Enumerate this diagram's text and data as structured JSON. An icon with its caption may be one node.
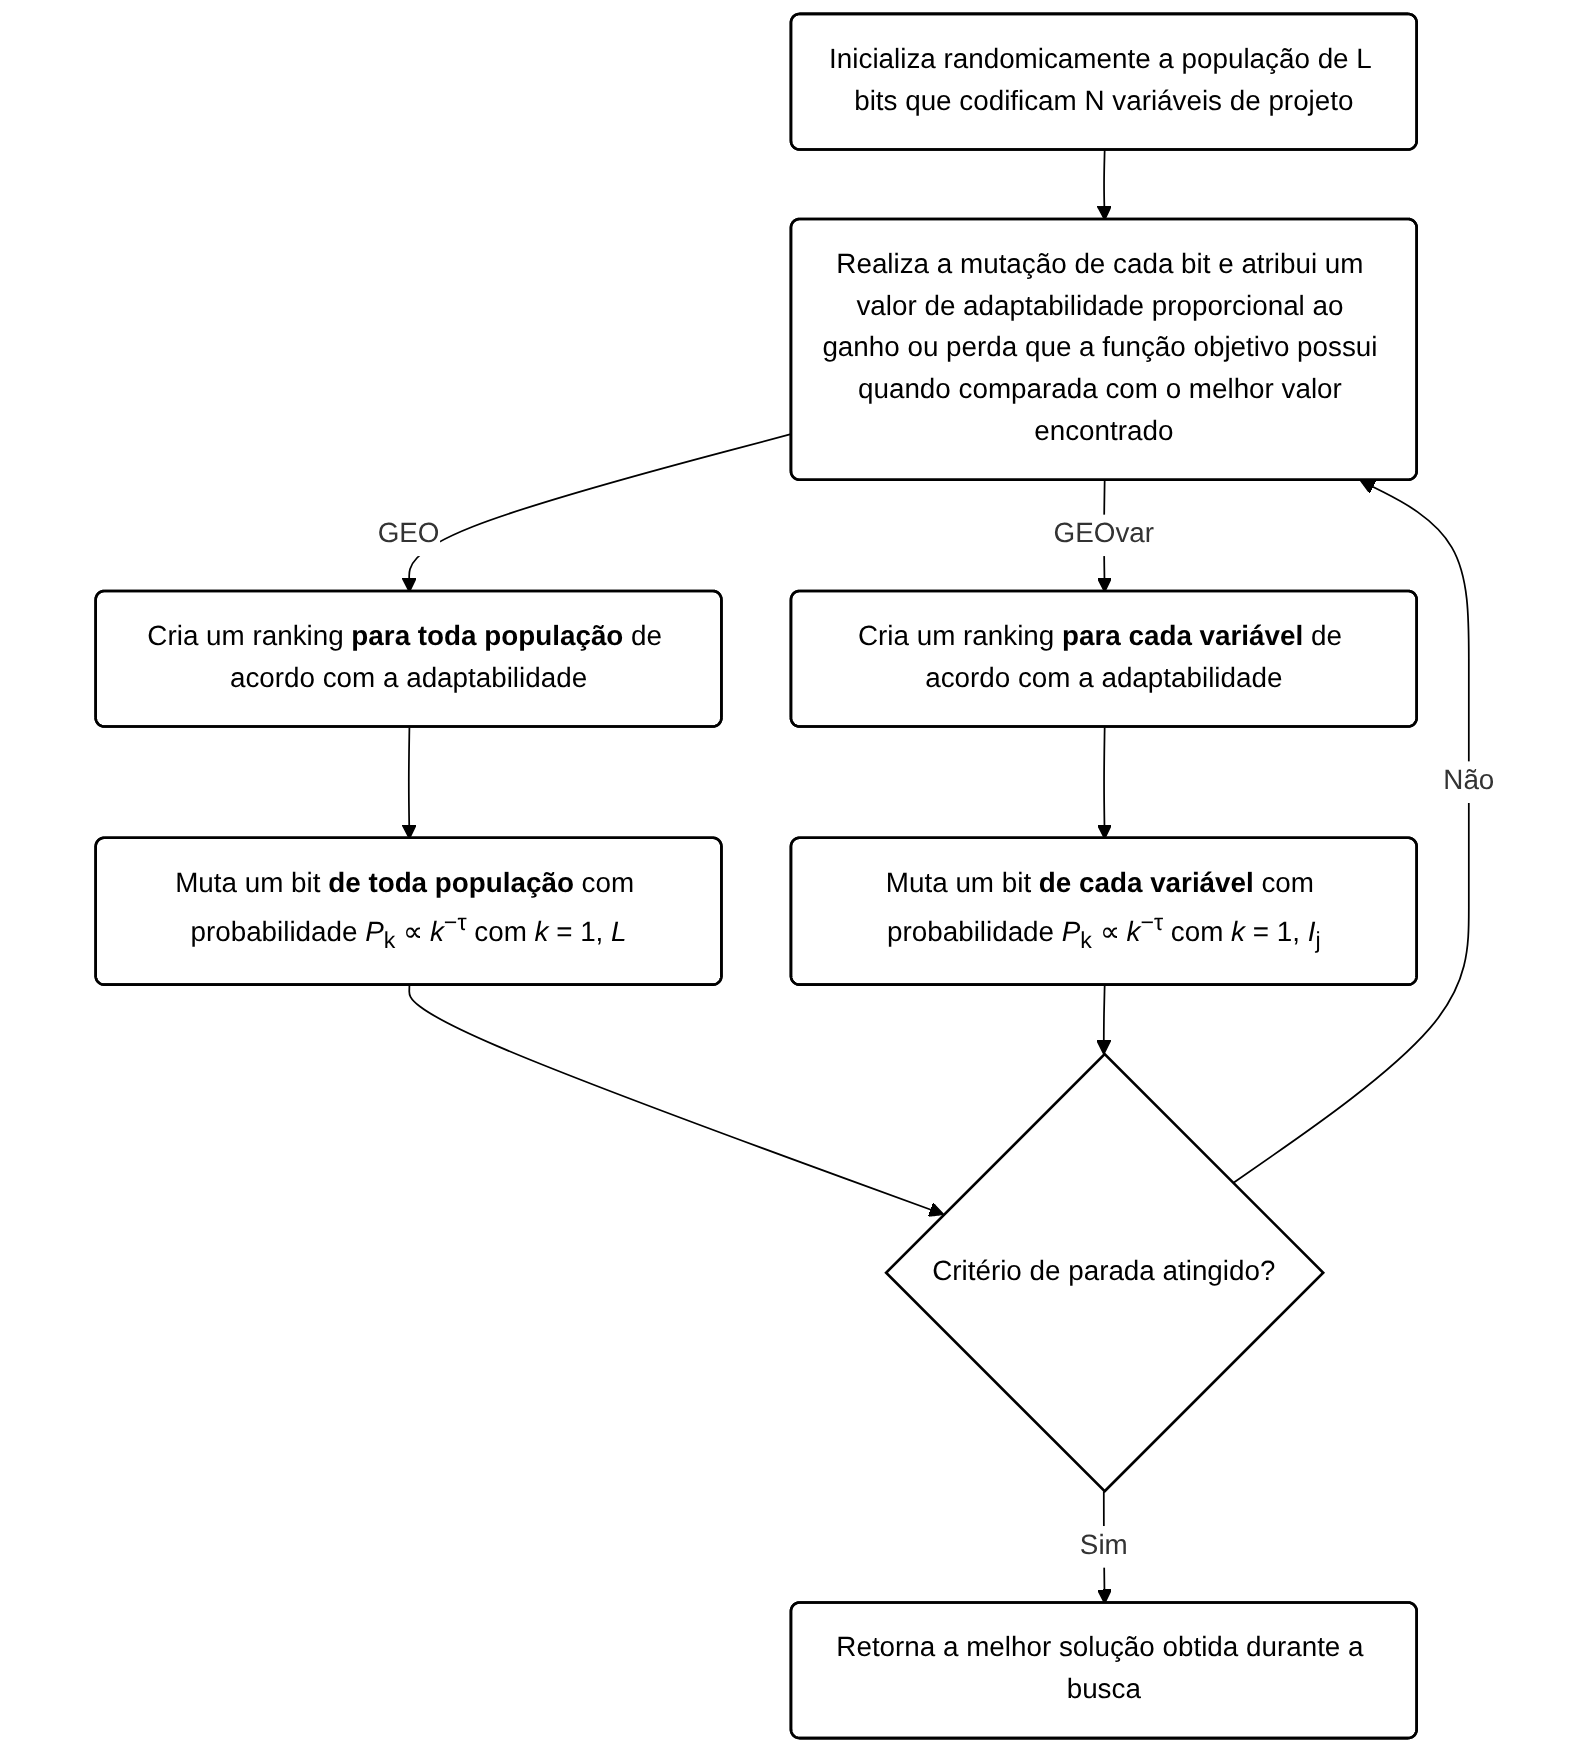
{
  "diagram": {
    "nodes": [
      {
        "text": [
          "Inicializa randomicamente a população de L bits que codificam N variáveis de projeto"
        ]
      },
      {
        "text": [
          "Realiza a mutação de cada bit e atribui um valor de adaptabilidade proporcional ao ganho ou perda que a função objetivo possui quando comparada com o melhor valor encontrado"
        ]
      },
      {
        "text": [
          "Cria um ranking **para toda população** de acordo com a adaptabilidade"
        ]
      },
      {
        "text": [
          "Cria um ranking **para cada variável** de acordo com a adaptabilidade"
        ]
      },
      {
        "text": [
          "Muta um bit **de toda população** com probabilidade *P*$_{k}$ ∝ *k*$^{−τ}$ com *k* = 1, *L*"
        ]
      },
      {
        "text": [
          "Muta um bit **de cada variável** com probabilidade *P*$_{k}$ ∝ *k*$^{−τ}$ com *k* = 1, *I*$_{j}$"
        ]
      },
      {
        "text": [
          "Critério de parada atingido?"
        ]
      },
      {
        "text": [
          "Retorna a melhor solução obtida durante a busca"
        ]
      }
    ],
    "edges": [
      {
        "from": 0,
        "to": 1,
        "arrow": "to"
      },
      {
        "from": 1,
        "to": 2,
        "arrow": "to",
        "label": "GEO"
      },
      {
        "from": 1,
        "to": 3,
        "arrow": "to",
        "label": "GEOvar"
      },
      {
        "from": 2,
        "to": 4,
        "arrow": "to"
      },
      {
        "from": 3,
        "to": 5,
        "arrow": "to"
      },
      {
        "from": 4,
        "to": 6,
        "arrow": "to"
      },
      {
        "from": 5,
        "to": 6,
        "arrow": "to"
      },
      {
        "from": 6,
        "to": 1,
        "arrow": "to",
        "label": "Não"
      },
      {
        "from": 6,
        "to": 7,
        "arrow": "to",
        "label": "Sim"
      }
    ]
  }
}
